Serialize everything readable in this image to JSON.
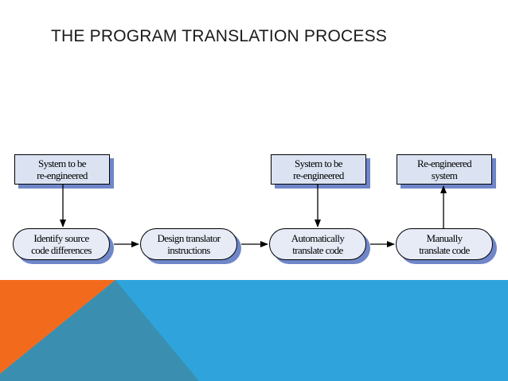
{
  "slide": {
    "title": "THE PROGRAM TRANSLATION PROCESS"
  },
  "diagram": {
    "inputs": [
      {
        "line1": "System to be",
        "line2": "re-engineered"
      },
      {
        "line1": "System to be",
        "line2": "re-engineered"
      }
    ],
    "output": {
      "line1": "Re-engineered",
      "line2": "system"
    },
    "steps": [
      {
        "line1": "Identify source",
        "line2": "code differences"
      },
      {
        "line1": "Design translator",
        "line2": "instructions"
      },
      {
        "line1": "Automatically",
        "line2": "translate code"
      },
      {
        "line1": "Manually",
        "line2": "translate code"
      }
    ]
  },
  "colors": {
    "box_fill": "#dbe3f2",
    "shadow": "#6f86c9",
    "orange": "#f26b1d",
    "blue": "#2fa4dc",
    "teal": "#3a8fb0"
  }
}
